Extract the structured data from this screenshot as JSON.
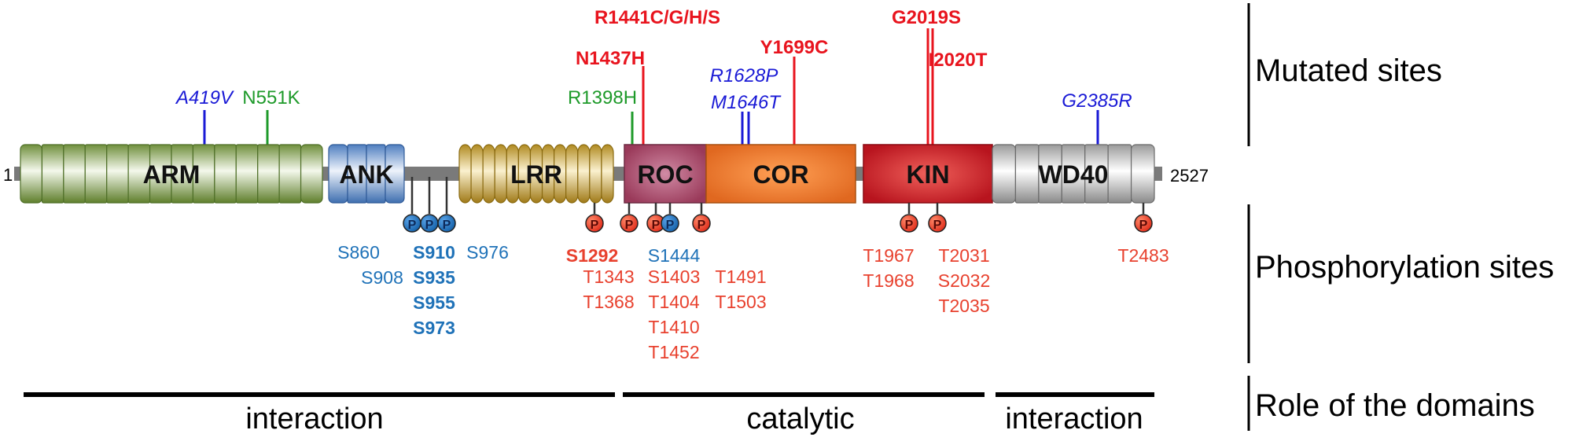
{
  "protein": {
    "start_label": "1",
    "end_label": "2527"
  },
  "domains": [
    {
      "id": "arm",
      "label": "ARM",
      "color": "#8fae5a",
      "style": "segmented"
    },
    {
      "id": "ank",
      "label": "ANK",
      "color": "#7fa6d8",
      "style": "segmented"
    },
    {
      "id": "lrr",
      "label": "LRR",
      "color": "#d9b040",
      "style": "coils"
    },
    {
      "id": "roc",
      "label": "ROC",
      "color": "#b0506e",
      "style": "box"
    },
    {
      "id": "cor",
      "label": "COR",
      "color": "#e8782e",
      "style": "box"
    },
    {
      "id": "kin",
      "label": "KIN",
      "color": "#cc2a32",
      "style": "box"
    },
    {
      "id": "wd40",
      "label": "WD40",
      "color": "#d8d8d8",
      "style": "segmented"
    }
  ],
  "mutations": [
    {
      "label": "A419V",
      "color": "#1a1ad6",
      "italic": true,
      "bold": false
    },
    {
      "label": "N551K",
      "color": "#1e9a2a",
      "italic": false,
      "bold": false
    },
    {
      "label": "R1398H",
      "color": "#1e9a2a",
      "italic": false,
      "bold": false
    },
    {
      "label": "N1437H",
      "color": "#e8141e",
      "italic": false,
      "bold": true
    },
    {
      "label": "R1441C/G/H/S",
      "color": "#e8141e",
      "italic": false,
      "bold": true
    },
    {
      "label": "R1628P",
      "color": "#1a1ad6",
      "italic": true,
      "bold": false
    },
    {
      "label": "M1646T",
      "color": "#1a1ad6",
      "italic": true,
      "bold": false
    },
    {
      "label": "Y1699C",
      "color": "#e8141e",
      "italic": false,
      "bold": true
    },
    {
      "label": "G2019S",
      "color": "#e8141e",
      "italic": false,
      "bold": true
    },
    {
      "label": "I2020T",
      "color": "#e8141e",
      "italic": false,
      "bold": true
    },
    {
      "label": "G2385R",
      "color": "#1a1ad6",
      "italic": true,
      "bold": false
    }
  ],
  "phospho_marker": "P",
  "phospho_colors": {
    "blue": "#1f72b8",
    "red": "#e8412e"
  },
  "phospho_sites": [
    {
      "label": "S860",
      "color": "#1f72b8",
      "bold": false
    },
    {
      "label": "S910",
      "color": "#1f72b8",
      "bold": true
    },
    {
      "label": "S976",
      "color": "#1f72b8",
      "bold": false
    },
    {
      "label": "S908",
      "color": "#1f72b8",
      "bold": false
    },
    {
      "label": "S935",
      "color": "#1f72b8",
      "bold": true
    },
    {
      "label": "S955",
      "color": "#1f72b8",
      "bold": true
    },
    {
      "label": "S973",
      "color": "#1f72b8",
      "bold": true
    },
    {
      "label": "S1292",
      "color": "#e8412e",
      "bold": true
    },
    {
      "label": "T1343",
      "color": "#e8412e",
      "bold": false
    },
    {
      "label": "T1368",
      "color": "#e8412e",
      "bold": false
    },
    {
      "label": "S1444",
      "color": "#1f72b8",
      "bold": false
    },
    {
      "label": "S1403",
      "color": "#e8412e",
      "bold": false
    },
    {
      "label": "T1404",
      "color": "#e8412e",
      "bold": false
    },
    {
      "label": "T1410",
      "color": "#e8412e",
      "bold": false
    },
    {
      "label": "T1452",
      "color": "#e8412e",
      "bold": false
    },
    {
      "label": "T1491",
      "color": "#e8412e",
      "bold": false
    },
    {
      "label": "T1503",
      "color": "#e8412e",
      "bold": false
    },
    {
      "label": "T1967",
      "color": "#e8412e",
      "bold": false
    },
    {
      "label": "T1968",
      "color": "#e8412e",
      "bold": false
    },
    {
      "label": "T2031",
      "color": "#e8412e",
      "bold": false
    },
    {
      "label": "S2032",
      "color": "#e8412e",
      "bold": false
    },
    {
      "label": "T2035",
      "color": "#e8412e",
      "bold": false
    },
    {
      "label": "T2483",
      "color": "#e8412e",
      "bold": false
    }
  ],
  "row_labels": {
    "mutated": "Mutated sites",
    "phospho": "Phosphorylation sites",
    "roles": "Role of the domains"
  },
  "roles": [
    {
      "label": "interaction"
    },
    {
      "label": "catalytic"
    },
    {
      "label": "interaction"
    }
  ]
}
